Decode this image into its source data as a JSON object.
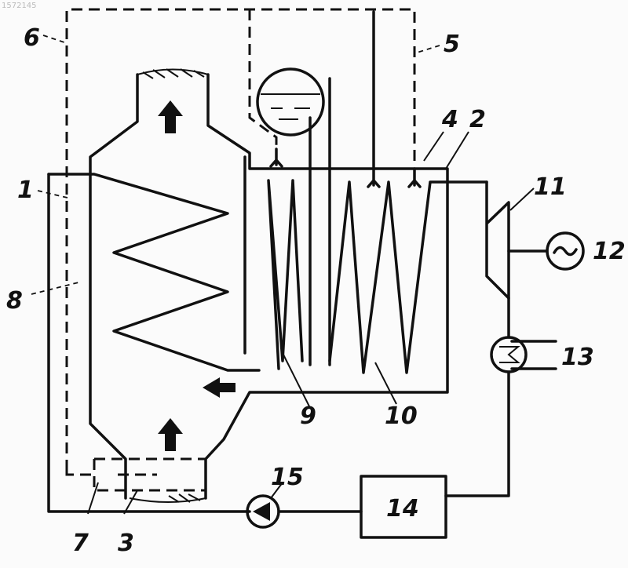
{
  "diagram": {
    "corner_mark": "1572145",
    "labels": [
      {
        "id": "1",
        "text": "1"
      },
      {
        "id": "2",
        "text": "2"
      },
      {
        "id": "3",
        "text": "3"
      },
      {
        "id": "4",
        "text": "4"
      },
      {
        "id": "5",
        "text": "5"
      },
      {
        "id": "6",
        "text": "6"
      },
      {
        "id": "7",
        "text": "7"
      },
      {
        "id": "8",
        "text": "8"
      },
      {
        "id": "9",
        "text": "9"
      },
      {
        "id": "10",
        "text": "10"
      },
      {
        "id": "11",
        "text": "11"
      },
      {
        "id": "12",
        "text": "12"
      },
      {
        "id": "13",
        "text": "13"
      },
      {
        "id": "14",
        "text": "14"
      },
      {
        "id": "15",
        "text": "15"
      }
    ],
    "colors": {
      "ink": "#111111",
      "paper": "#fbfbfb"
    }
  }
}
